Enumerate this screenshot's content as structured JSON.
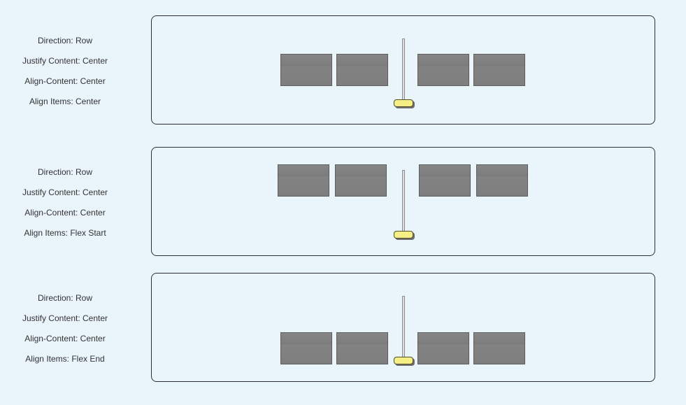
{
  "rows": [
    {
      "direction": "Direction: Row",
      "justify": "Justify Content: Center",
      "align_content": "Align-Content: Center",
      "align_items": "Align Items: Center"
    },
    {
      "direction": "Direction: Row",
      "justify": "Justify Content: Center",
      "align_content": "Align-Content: Center",
      "align_items": "Align Items: Flex Start"
    },
    {
      "direction": "Direction: Row",
      "justify": "Justify Content: Center",
      "align_content": "Align-Content: Center",
      "align_items": "Align Items: Flex End"
    }
  ],
  "colors": {
    "background": "#e9f4fb",
    "box": "#7e7e7e",
    "knob": "#f5ef85"
  }
}
